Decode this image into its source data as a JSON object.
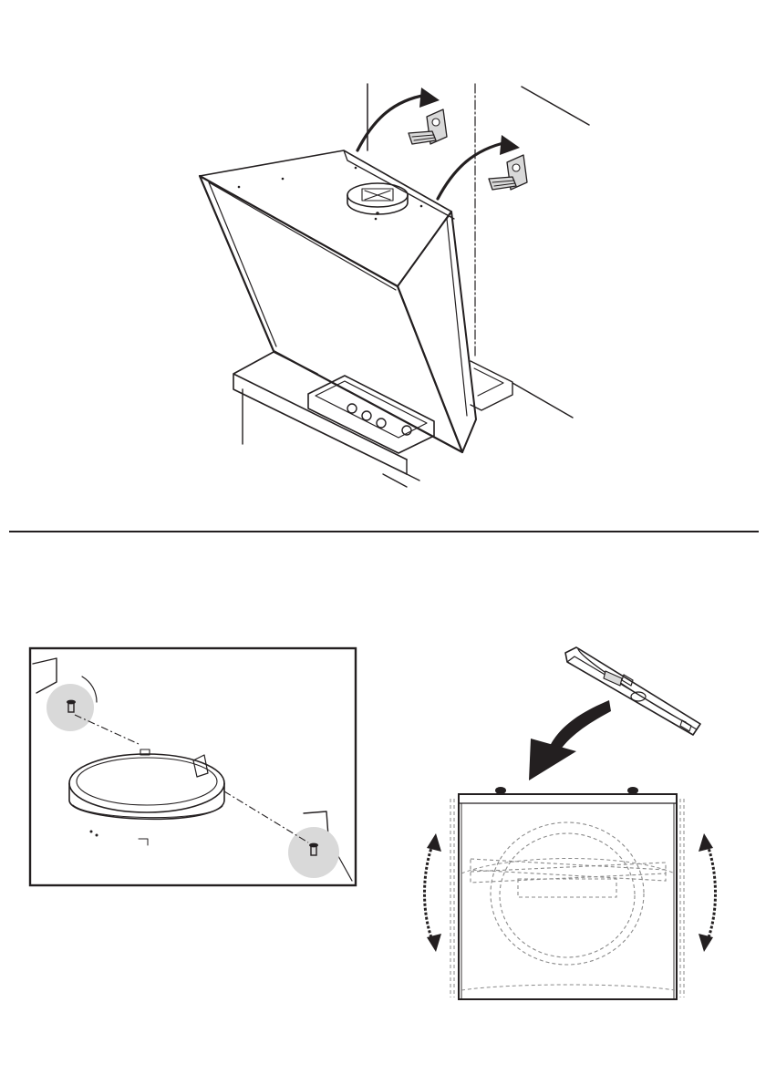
{
  "page": {
    "background": "#ffffff",
    "ink_color": "#231f20",
    "shade_color": "#d9d9d9",
    "hidden_line_color": "#8a8a8a"
  },
  "figures": {
    "top": {
      "description_icon": "hood-hanging-on-wall-brackets",
      "parts": [
        "wall-bracket-icon",
        "wall-bracket-icon",
        "hanging-arrow-icon",
        "hanging-arrow-icon",
        "exhaust-collar-icon",
        "cooktop-icon",
        "countertop-icon"
      ]
    },
    "bottom_left": {
      "description_icon": "exhaust-collar-screw-attachment",
      "parts": [
        "exhaust-collar-ring-icon",
        "mounting-screw-icon",
        "mounting-screw-icon"
      ]
    },
    "bottom_right": {
      "description_icon": "hood-leveling-adjustment",
      "parts": [
        "spirit-level-icon",
        "curved-arrow-icon",
        "tilt-arrow-icon",
        "tilt-arrow-icon"
      ]
    }
  }
}
